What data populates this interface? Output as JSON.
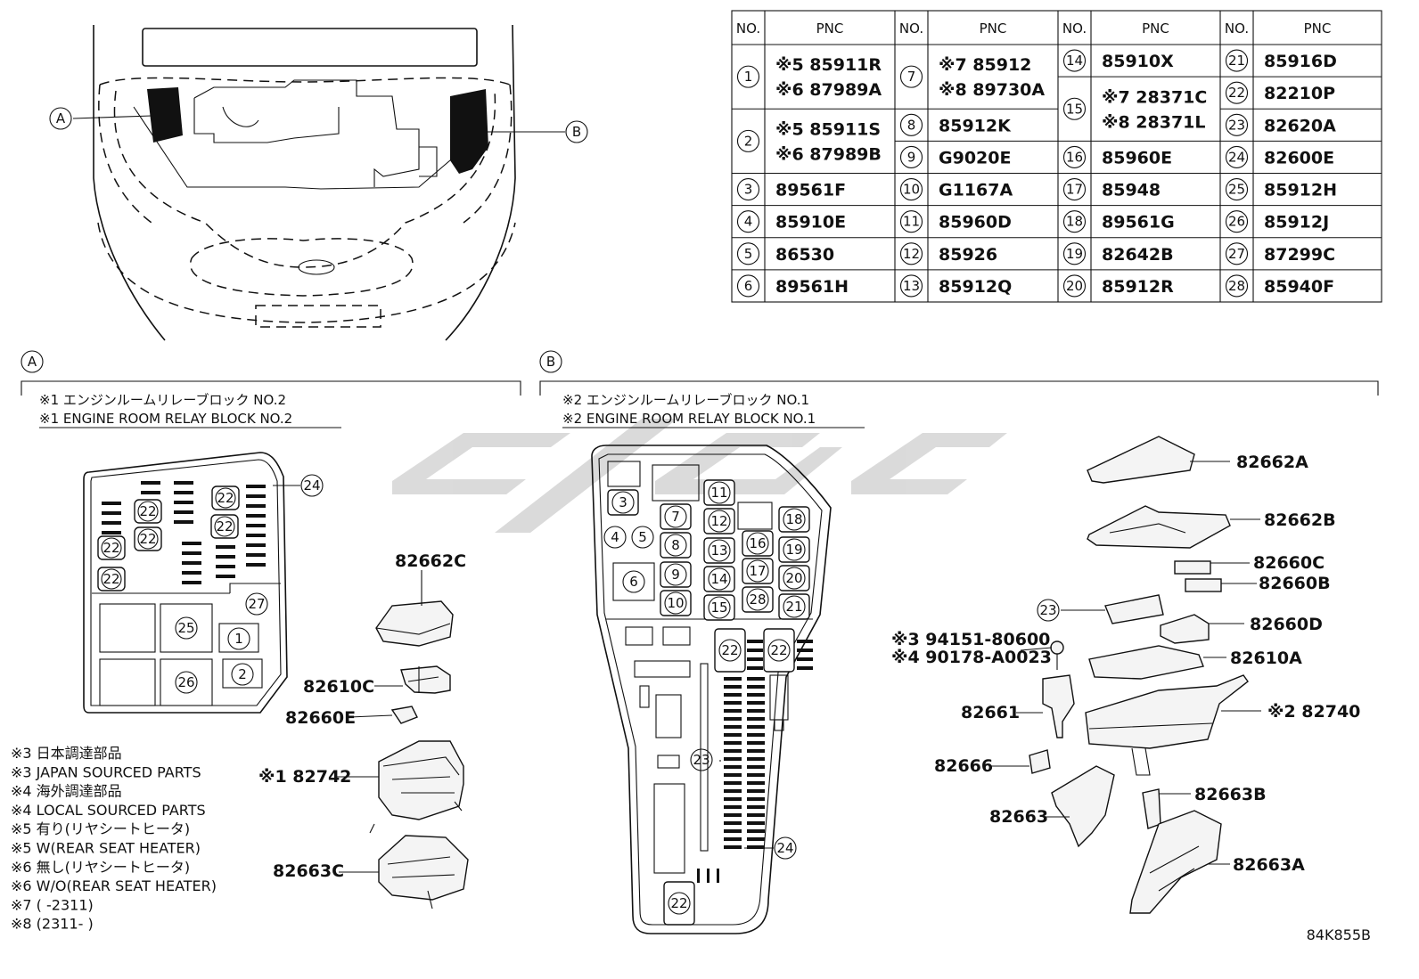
{
  "table": {
    "headers": [
      "NO.",
      "PNC",
      "NO.",
      "PNC",
      "NO.",
      "PNC",
      "NO.",
      "PNC"
    ],
    "col1": [
      {
        "no": "1",
        "lines": [
          "※5 85911R",
          "※6 87989A"
        ]
      },
      {
        "no": "2",
        "lines": [
          "※5 85911S",
          "※6 87989B"
        ]
      },
      {
        "no": "3",
        "lines": [
          "89561F"
        ]
      },
      {
        "no": "4",
        "lines": [
          "85910E"
        ]
      },
      {
        "no": "5",
        "lines": [
          "86530"
        ]
      },
      {
        "no": "6",
        "lines": [
          "89561H"
        ]
      }
    ],
    "col2": [
      {
        "no": "7",
        "lines": [
          "※7 85912",
          "※8 89730A"
        ]
      },
      {
        "no": "8",
        "lines": [
          "85912K"
        ]
      },
      {
        "no": "9",
        "lines": [
          "G9020E"
        ]
      },
      {
        "no": "10",
        "lines": [
          "G1167A"
        ]
      },
      {
        "no": "11",
        "lines": [
          "85960D"
        ]
      },
      {
        "no": "12",
        "lines": [
          "85926"
        ]
      },
      {
        "no": "13",
        "lines": [
          "85912Q"
        ]
      }
    ],
    "col3": [
      {
        "no": "14",
        "lines": [
          "85910X"
        ]
      },
      {
        "no": "15",
        "lines": [
          "※7 28371C",
          "※8 28371L"
        ]
      },
      {
        "no": "16",
        "lines": [
          "85960E"
        ]
      },
      {
        "no": "17",
        "lines": [
          "85948"
        ]
      },
      {
        "no": "18",
        "lines": [
          "89561G"
        ]
      },
      {
        "no": "19",
        "lines": [
          "82642B"
        ]
      },
      {
        "no": "20",
        "lines": [
          "85912R"
        ]
      }
    ],
    "col4": [
      {
        "no": "21",
        "lines": [
          "85916D"
        ]
      },
      {
        "no": "22",
        "lines": [
          "82210P"
        ]
      },
      {
        "no": "23",
        "lines": [
          "82620A"
        ]
      },
      {
        "no": "24",
        "lines": [
          "82600E"
        ]
      },
      {
        "no": "25",
        "lines": [
          "85912H"
        ]
      },
      {
        "no": "26",
        "lines": [
          "85912J"
        ]
      },
      {
        "no": "27",
        "lines": [
          "87299C"
        ]
      },
      {
        "no": "28",
        "lines": [
          "85940F"
        ]
      }
    ]
  },
  "overview": {
    "label_a": "A",
    "label_b": "B"
  },
  "section_a": {
    "letter": "A",
    "title_jp": "※1 エンジンルームリレーブロック NO.2",
    "title_en": "※1 ENGINE ROOM RELAY BLOCK NO.2",
    "parts": [
      "82662C",
      "82610C",
      "82660E",
      "※1 82742",
      "82663C"
    ],
    "notes": [
      "※3 日本調達部品",
      "※3 JAPAN SOURCED PARTS",
      "※4 海外調達部品",
      "※4 LOCAL SOURCED PARTS",
      "※5 有り(リヤシートヒータ)",
      "※5 W(REAR SEAT HEATER)",
      "※6 無し(リヤシートヒータ)",
      "※6 W/O(REAR SEAT HEATER)",
      "※7 (      -2311)",
      "※8 (2311-      )"
    ]
  },
  "section_b": {
    "letter": "B",
    "title_jp": "※2 エンジンルームリレーブロック NO.1",
    "title_en": "※2 ENGINE ROOM RELAY BLOCK NO.1",
    "parts": [
      "82662A",
      "82662B",
      "82660C",
      "82660B",
      "82660D",
      "82610A",
      "※2 82740",
      "82661",
      "82666",
      "82663",
      "82663B",
      "82663A"
    ],
    "bolts": [
      "※3 94151-80600",
      "※4 90178-A0023"
    ]
  },
  "fig_code": "84K855B",
  "colors": {
    "line": "#111111",
    "watermark": "#c4c4c4"
  }
}
